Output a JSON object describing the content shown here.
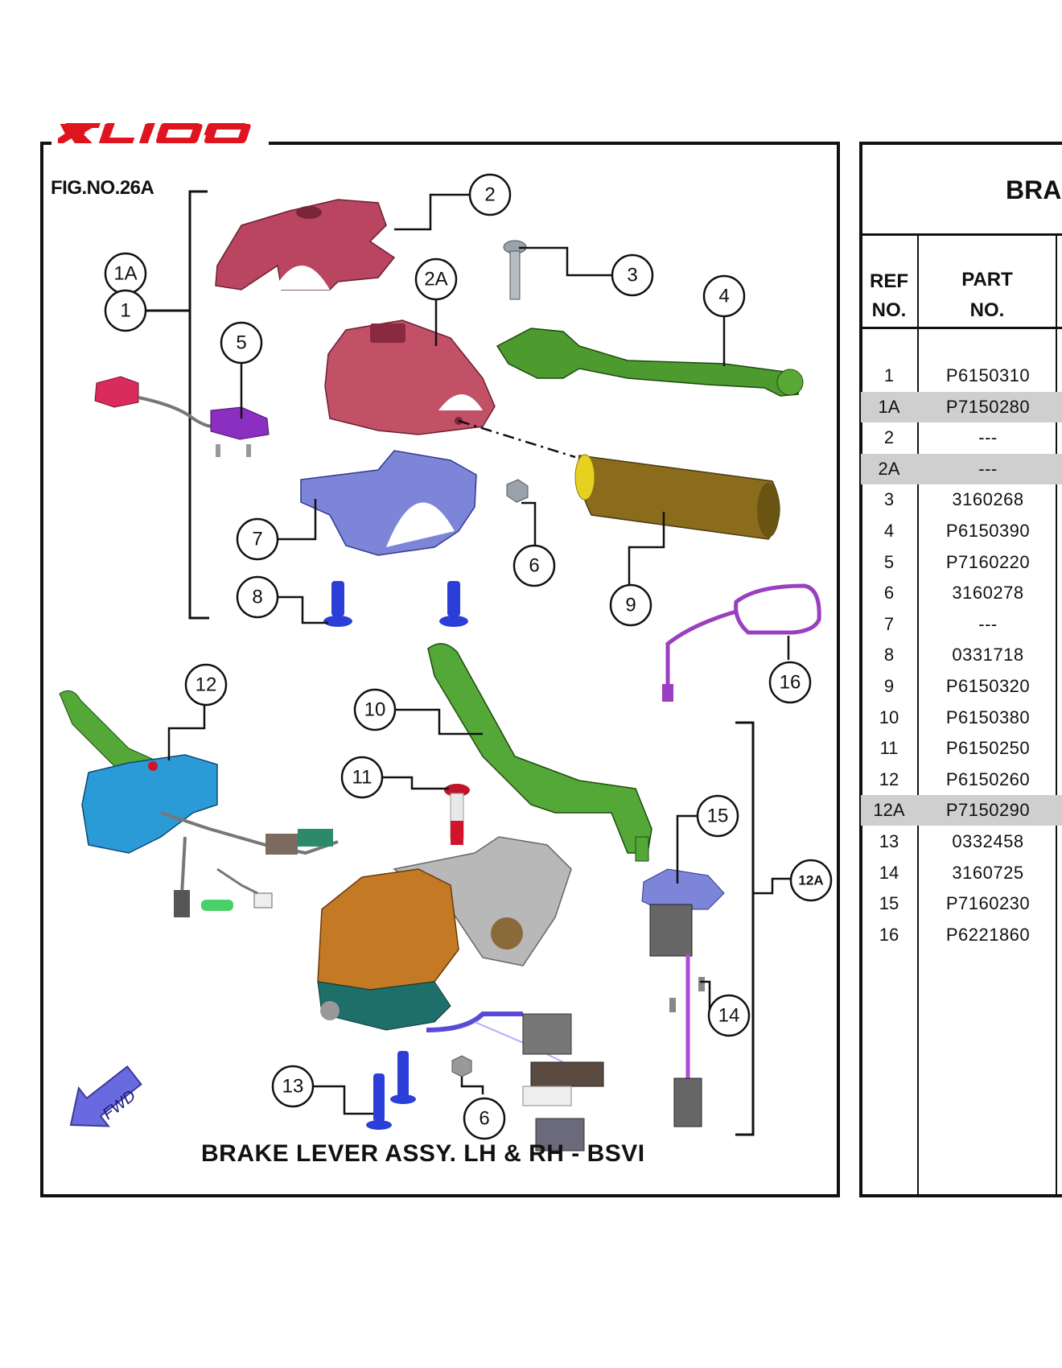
{
  "logo": {
    "text": "XL100",
    "color": "#e0141e"
  },
  "figure": {
    "fig_no": "FIG.NO.26A",
    "caption": "BRAKE LEVER ASSY. LH & RH - BSVI",
    "fwd_label": "FWD",
    "callouts": [
      "1A",
      "1",
      "2",
      "2A",
      "3",
      "4",
      "5",
      "6",
      "7",
      "8",
      "9",
      "10",
      "11",
      "12",
      "12A",
      "13",
      "14",
      "15",
      "16"
    ]
  },
  "table": {
    "title": "BRA",
    "headers": {
      "ref_line1": "REF",
      "ref_line2": "NO.",
      "part_line1": "PART",
      "part_line2": "NO."
    },
    "rows": [
      {
        "ref": "1",
        "part": "P6150310",
        "shaded": false
      },
      {
        "ref": "1A",
        "part": "P7150280",
        "shaded": true
      },
      {
        "ref": "2",
        "part": "---",
        "shaded": false
      },
      {
        "ref": "2A",
        "part": "---",
        "shaded": true
      },
      {
        "ref": "3",
        "part": "3160268",
        "shaded": false
      },
      {
        "ref": "4",
        "part": "P6150390",
        "shaded": false
      },
      {
        "ref": "5",
        "part": "P7160220",
        "shaded": false
      },
      {
        "ref": "6",
        "part": "3160278",
        "shaded": false
      },
      {
        "ref": "7",
        "part": "---",
        "shaded": false
      },
      {
        "ref": "8",
        "part": "0331718",
        "shaded": false
      },
      {
        "ref": "9",
        "part": "P6150320",
        "shaded": false
      },
      {
        "ref": "10",
        "part": "P6150380",
        "shaded": false
      },
      {
        "ref": "11",
        "part": "P6150250",
        "shaded": false
      },
      {
        "ref": "12",
        "part": "P6150260",
        "shaded": false
      },
      {
        "ref": "12A",
        "part": "P7150290",
        "shaded": true
      },
      {
        "ref": "13",
        "part": "0332458",
        "shaded": false
      },
      {
        "ref": "14",
        "part": "3160725",
        "shaded": false
      },
      {
        "ref": "15",
        "part": "P7160230",
        "shaded": false
      },
      {
        "ref": "16",
        "part": "P6221860",
        "shaded": false
      }
    ]
  }
}
